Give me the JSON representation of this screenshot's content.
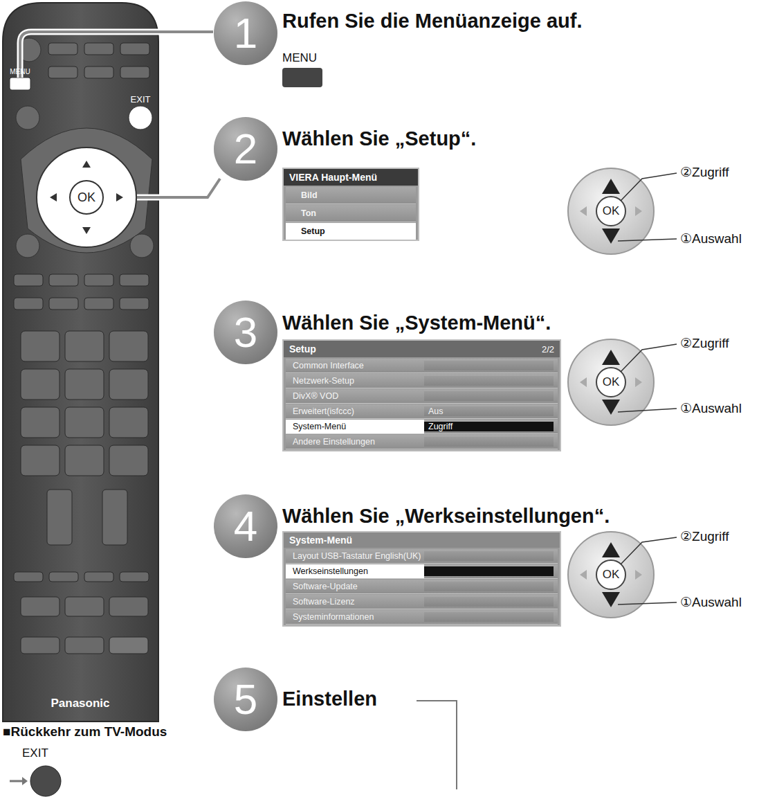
{
  "diagram": {
    "nodes": [
      {
        "text": [
          "1"
        ]
      },
      {
        "text": [
          "2"
        ]
      },
      {
        "text": [
          "VIERA Haupt-Menü"
        ]
      },
      {
        "text": [
          "Bild"
        ],
        "in": 2
      },
      {
        "text": [
          "Ton"
        ],
        "in": 2
      },
      {
        "text": [
          "Setup"
        ],
        "in": 2
      },
      {
        "text": [
          "3"
        ]
      },
      {
        "text": [
          "Setup",
          "2/2"
        ]
      },
      {
        "text": [
          "Common Interface"
        ],
        "in": 7
      },
      {
        "text": [
          "Netzwerk-Setup"
        ],
        "in": 7
      },
      {
        "text": [
          "DivX® VOD"
        ],
        "in": 7
      },
      {
        "text": [
          "Erweitert(isfccc)",
          "Aus"
        ],
        "in": 7
      },
      {
        "text": [
          "System-Menü",
          "Zugriff"
        ],
        "in": 7
      },
      {
        "text": [
          "Andere Einstellungen"
        ],
        "in": 7
      },
      {
        "text": [
          "4"
        ]
      },
      {
        "text": [
          "System-Menü"
        ]
      },
      {
        "text": [
          "Layout USB-Tastatur English(UK)"
        ],
        "in": 15
      },
      {
        "text": [
          "Werkseinstellungen"
        ],
        "in": 15
      },
      {
        "text": [
          "Software-Update"
        ],
        "in": 15
      },
      {
        "text": [
          "Software-Lizenz"
        ],
        "in": 15
      },
      {
        "text": [
          "Systeminformationen"
        ],
        "in": 15
      },
      {
        "text": [
          "5"
        ]
      }
    ],
    "labels": [
      "Rufen Sie die Menüanzeige auf.",
      "MENU",
      "Wählen Sie „Setup“.",
      "②Zugriff",
      "①Auswahl",
      "Wählen Sie „System-Menü“.",
      "②Zugriff",
      "①Auswahl",
      "Wählen Sie „Werkseinstellungen“.",
      "②Zugriff",
      "①Auswahl",
      "Einstellen",
      "MENU",
      "EXIT",
      "OK",
      "OK",
      "OK",
      "OK",
      "Panasonic",
      "■Rückkehr zum TV-Modus",
      "EXIT"
    ]
  }
}
